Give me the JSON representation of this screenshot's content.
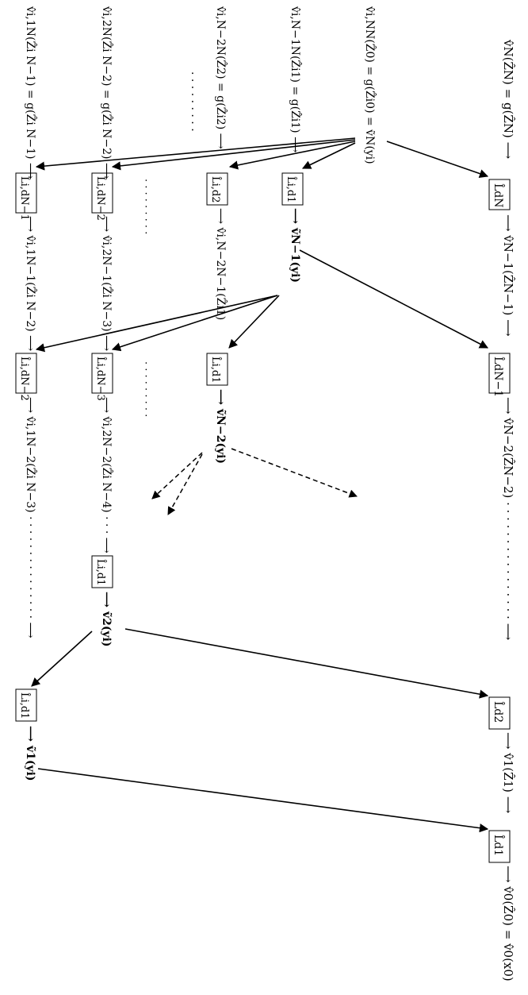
{
  "top_right": {
    "v_N": "v̂N(ẐN) = g(ẐN) ⟶",
    "box_N": "L̂dN",
    "v_Nm1": "⟶ v̂N−1(ẐN−1) ⟶",
    "box_Nm1": "L̂dN−1",
    "v_Nm2": "⟶ v̂N−2(ẐN−2) · · · · · · · · · · · · · · · · ⟶",
    "box_2": "L̂d2",
    "v_1": "⟶ v̂1(Ẑ1) ⟶",
    "box_1": "L̂d1",
    "v_0": "⟶ v̂0(Ẑ0) = v̂0(x0)"
  },
  "center": {
    "top": "v̂i,NN(Ẑ0) = g(Ẑi0) = ṽN(yi)",
    "col1": "v̂i,N−1N(Ẑi1) = g(Ẑi1) ⟶",
    "col2": "v̂i,N−2N(Ẑ2) = g(Ẑi2) ⟶",
    "dots_top": "· · ·  · · ·  · · ·",
    "col3": "v̂i,2N(Ẑi N−2) = g(Ẑi N−2) ⟶",
    "col4": "v̂i,1N(Ẑi N−1) = g(Ẑi N−1) ⟶"
  },
  "row1": {
    "box1": "L̂i,d1",
    "box2": "L̂i,d2",
    "box3": "L̂i,dN−2",
    "box4": "L̂i,dN−1",
    "dots": "· · ·  · · ·  · · ·",
    "after1": "⟶ ṽN−1(yi)",
    "after2": "⟶ v̂i,N−2N−1(Ẑi1)",
    "after3": "⟶ v̂i,2N−1(Ẑi N−3) ⟶",
    "after4": "⟶ v̂i,1N−1(Ẑi N−2) ⟶"
  },
  "row2": {
    "box1": "L̂i,d1",
    "box3": "L̂i,dN−3",
    "box4": "L̂i,dN−2",
    "dots": "· · ·  · · ·  · · ·",
    "after1": "⟶ ṽN−2(yi)",
    "after3": "⟶ v̂i,2N−2(Ẑi N−4) · · · ⟶",
    "after4": "⟶ v̂i,1N−2(Ẑi N−3) · · · · · · · · · · · · · · · ⟶"
  },
  "row3": {
    "box": "L̂i,d1",
    "after": "⟶ ṽ2(yi)"
  },
  "row4": {
    "box": "L̂i,d1",
    "after": "⟶ ṽ1(yi)"
  }
}
